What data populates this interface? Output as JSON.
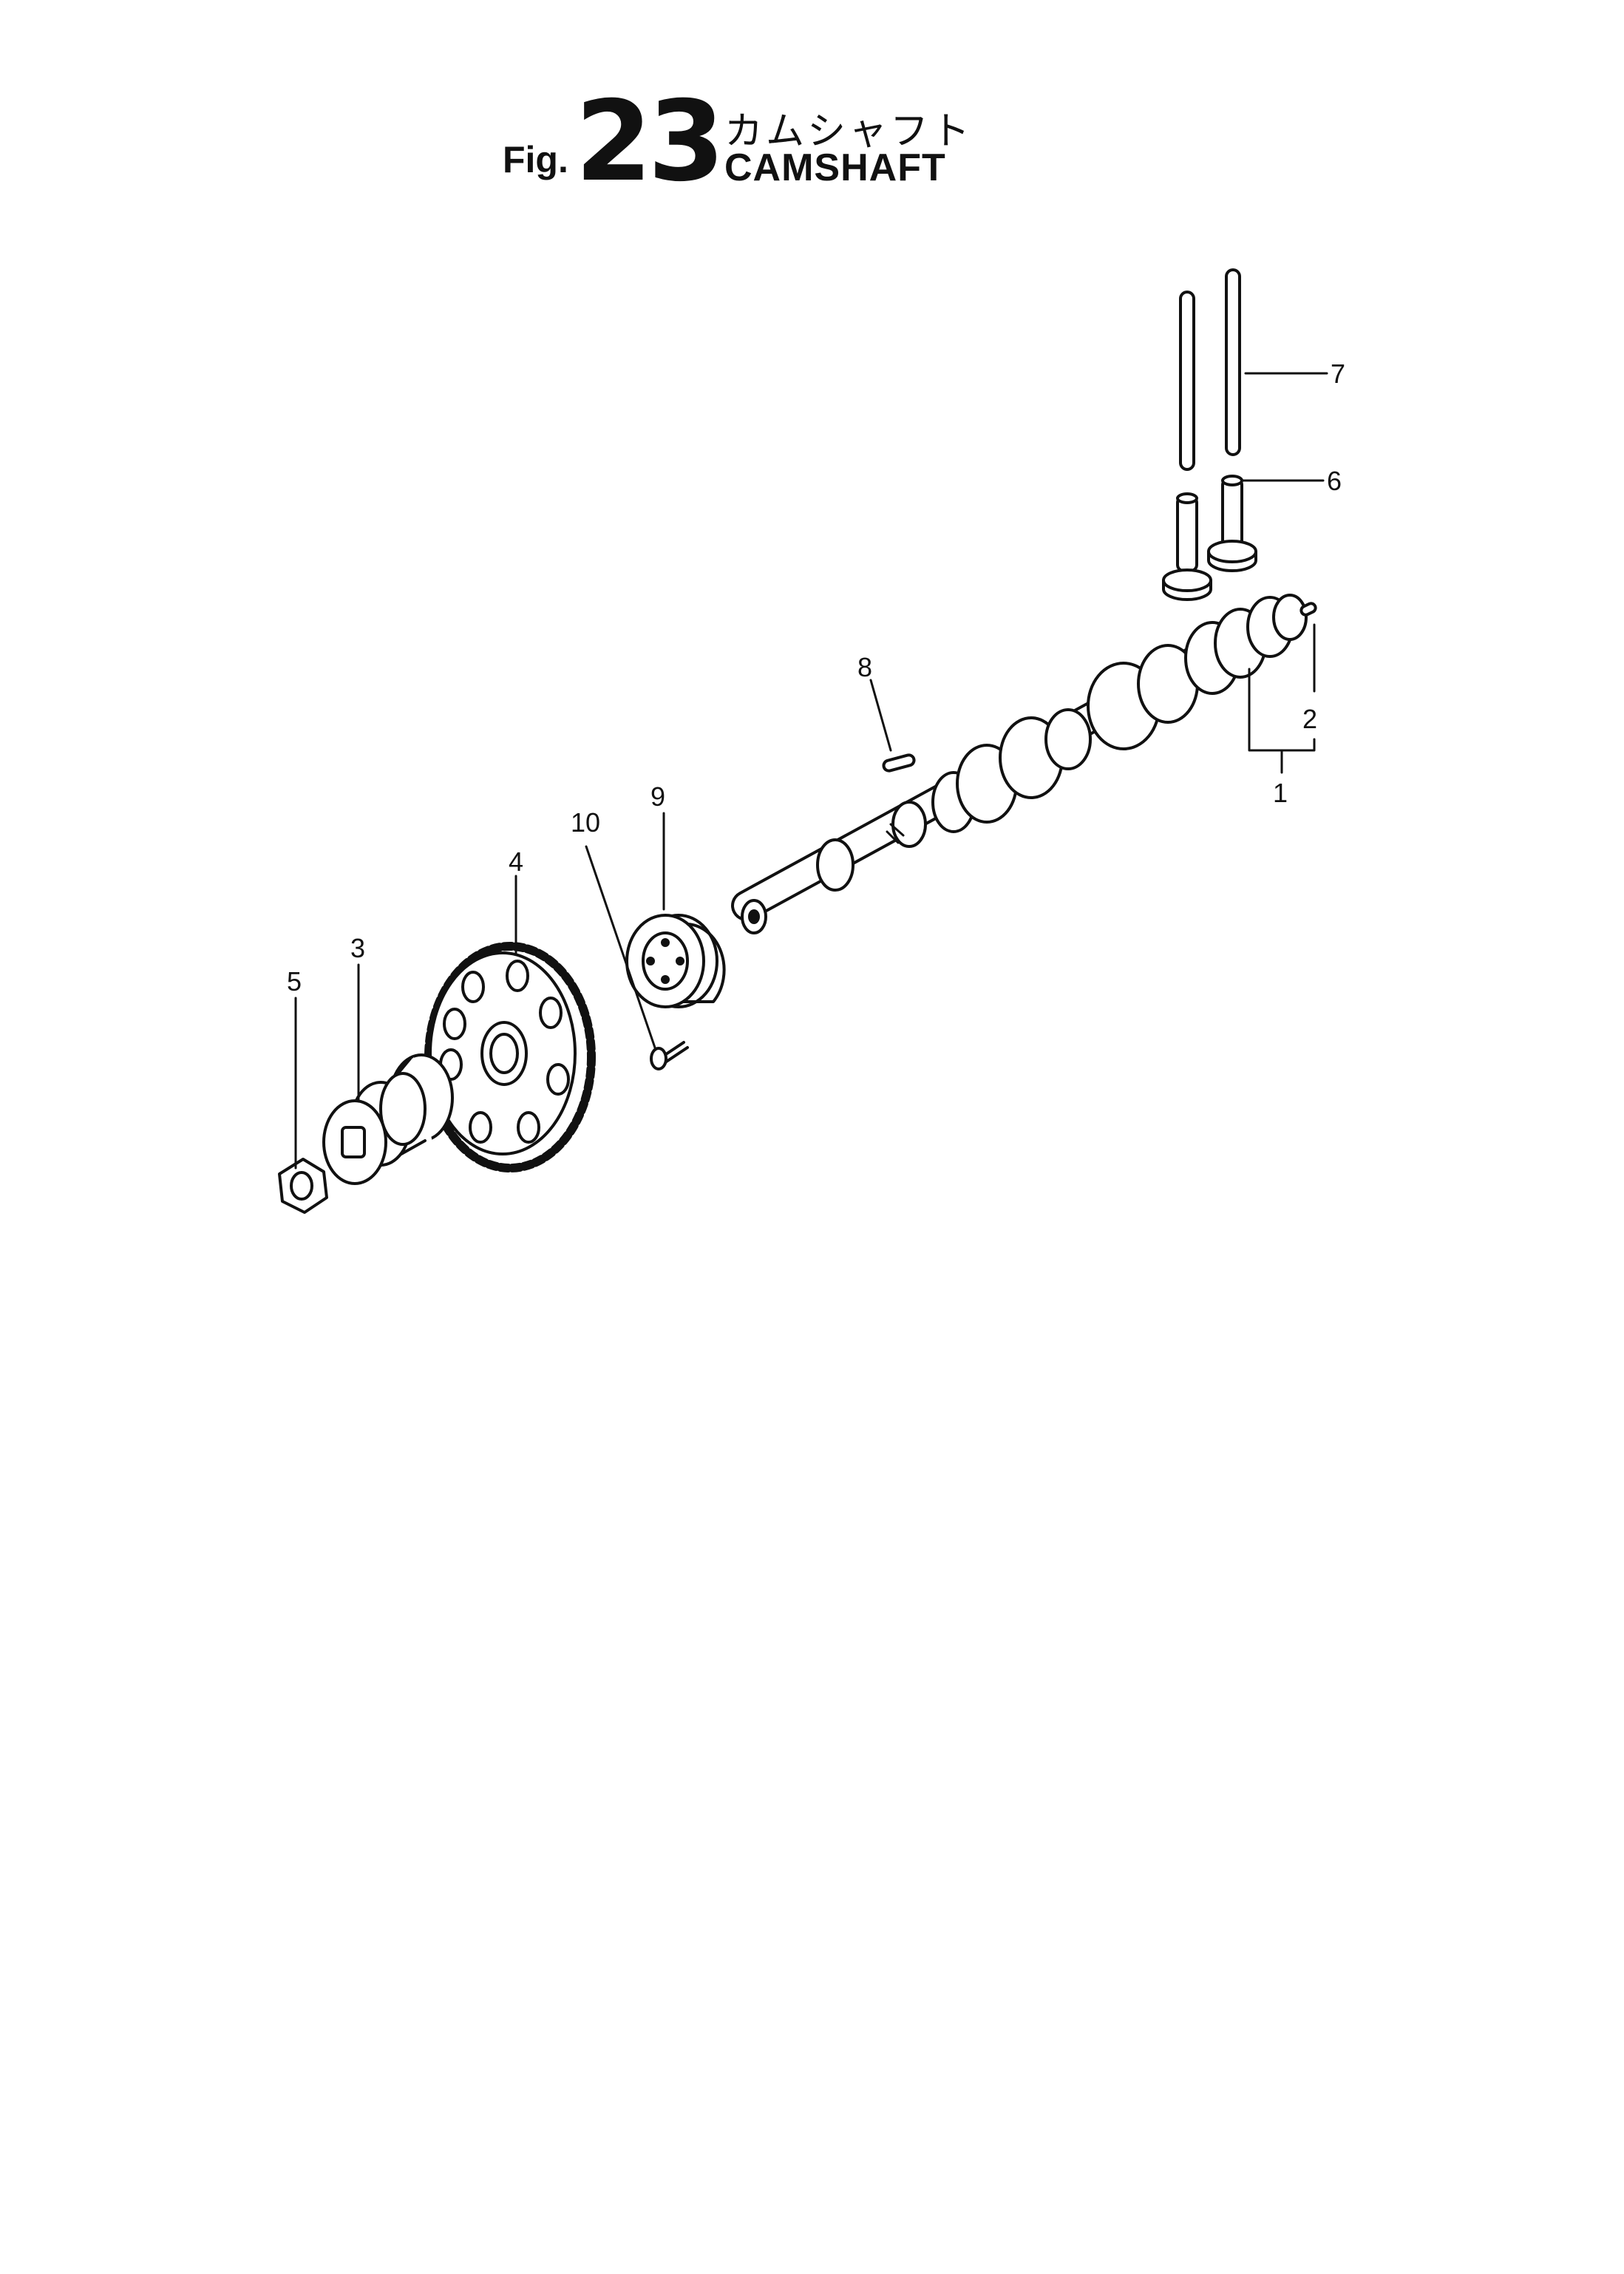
{
  "figure": {
    "prefix": "Fig.",
    "number": "23",
    "title_jp": "カムシャフト",
    "title_en": "CAMSHAFT"
  },
  "callouts": {
    "c1": "1",
    "c2": "2",
    "c3": "3",
    "c4": "4",
    "c5": "5",
    "c6": "6",
    "c7": "7",
    "c8": "8",
    "c9": "9",
    "c10": "10"
  }
}
